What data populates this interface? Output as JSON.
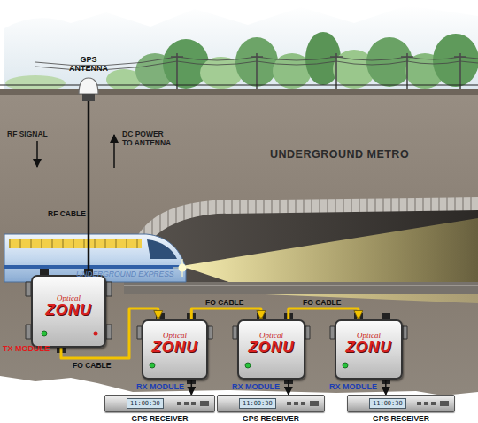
{
  "diagram": {
    "nodes": [
      {
        "text": [
          "GPS ANTENNA"
        ]
      },
      {
        "text": [
          "Optical",
          "ZONU",
          "TX MODULE"
        ]
      },
      {
        "text": [
          "Optical",
          "ZONU",
          "RX MODULE"
        ]
      },
      {
        "text": [
          "Optical",
          "ZONU",
          "RX MODULE"
        ]
      },
      {
        "text": [
          "Optical",
          "ZONU",
          "RX MODULE"
        ]
      },
      {
        "text": [
          "11:00:30",
          "GPS RECEIVER"
        ]
      },
      {
        "text": [
          "11:00:30",
          "GPS RECEIVER"
        ]
      },
      {
        "text": [
          "11:00:30",
          "GPS RECEIVER"
        ]
      }
    ],
    "edges": [
      {
        "from": 0,
        "to": 1,
        "label": "RF CABLE",
        "arrow": "none"
      },
      {
        "from": 1,
        "to": 2,
        "label": "FO CABLE",
        "arrow": "to"
      },
      {
        "from": 2,
        "to": 3,
        "label": "FO CABLE",
        "arrow": "to"
      },
      {
        "from": 3,
        "to": 4,
        "label": "FO CABLE",
        "arrow": "to"
      },
      {
        "from": 2,
        "to": 5,
        "arrow": "to"
      },
      {
        "from": 3,
        "to": 6,
        "arrow": "to"
      },
      {
        "from": 4,
        "to": 7,
        "arrow": "to"
      }
    ],
    "labels": [
      "RF SIGNAL",
      "DC POWER TO ANTENNA",
      "UNDERGROUND METRO",
      "UNDERGROUND EXPRESS"
    ]
  }
}
